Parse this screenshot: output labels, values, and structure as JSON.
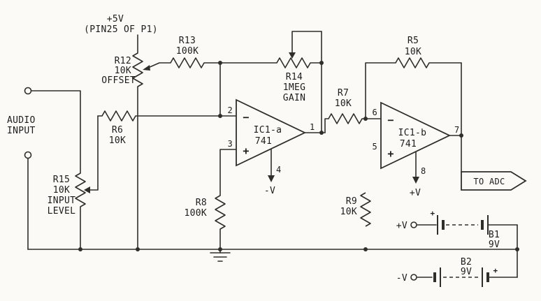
{
  "schematic": {
    "supply": {
      "line1": "+5V",
      "line2": "(PIN25 OF P1)"
    },
    "input": {
      "line1": "AUDIO",
      "line2": "INPUT"
    },
    "resistors": {
      "r5": {
        "ref": "R5",
        "value": "10K"
      },
      "r6": {
        "ref": "R6",
        "value": "10K"
      },
      "r7": {
        "ref": "R7",
        "value": "10K"
      },
      "r8": {
        "ref": "R8",
        "value": "100K"
      },
      "r9": {
        "ref": "R9",
        "value": "10K"
      },
      "r12": {
        "ref": "R12",
        "value": "10K",
        "role": "OFFSET"
      },
      "r13": {
        "ref": "R13",
        "value": "100K"
      },
      "r14": {
        "ref": "R14",
        "value": "1MEG",
        "role": "GAIN"
      },
      "r15": {
        "ref": "R15",
        "value": "10K",
        "role_line1": "INPUT",
        "role_line2": "LEVEL"
      }
    },
    "opamps": {
      "minus": "−",
      "plus": "+",
      "ic1a": {
        "name": "IC1-a",
        "part": "741",
        "pin_inverting": "2",
        "pin_noninverting": "3",
        "pin_output": "1",
        "pin_supply": "4",
        "supply_label": "-V"
      },
      "ic1b": {
        "name": "IC1-b",
        "part": "741",
        "pin_inverting": "6",
        "pin_noninverting": "5",
        "pin_output": "7",
        "pin_supply": "8",
        "supply_label": "+V"
      }
    },
    "output_tag": "TO ADC",
    "batteries": {
      "b1": {
        "terminal": "+V",
        "ref": "B1",
        "value": "9V",
        "polarity": "+"
      },
      "b2": {
        "terminal": "-V",
        "ref": "B2",
        "value": "9V",
        "polarity": "+"
      }
    }
  }
}
